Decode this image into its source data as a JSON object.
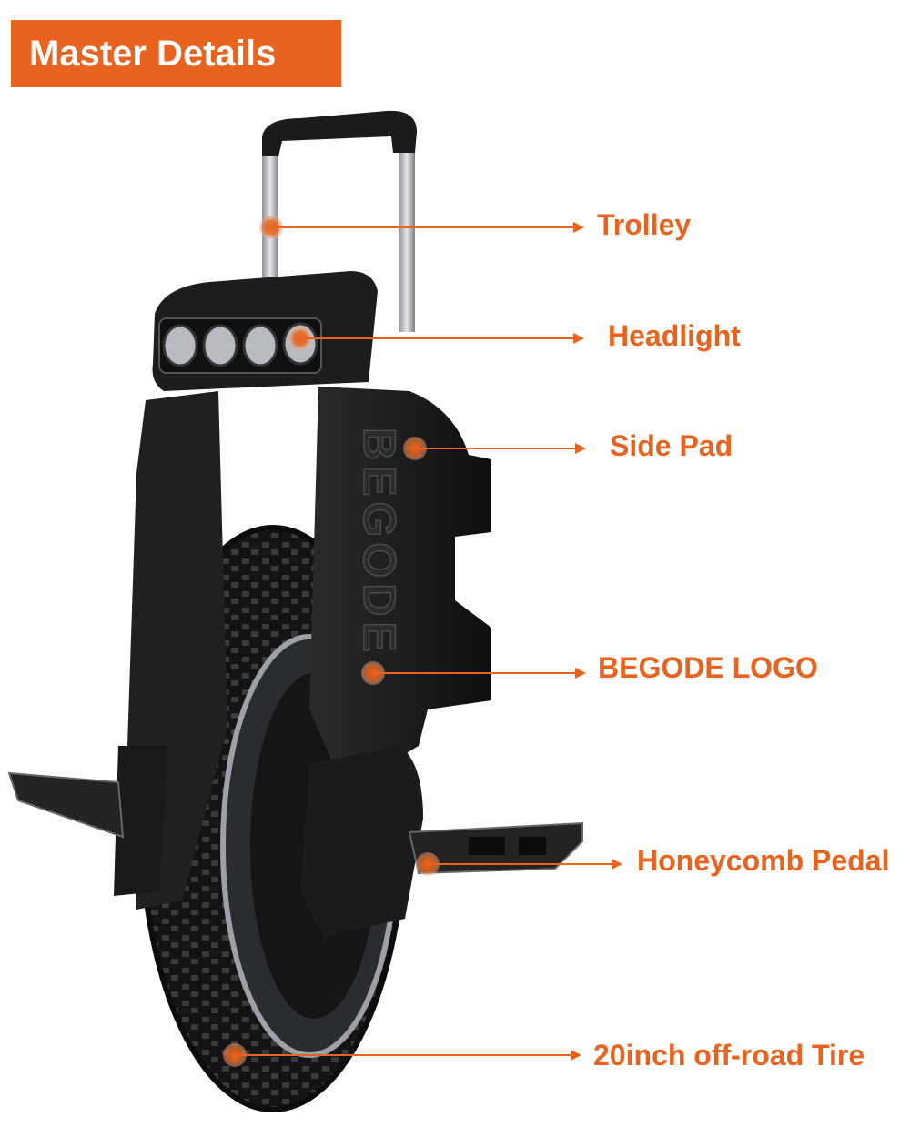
{
  "banner": {
    "title": "Master Details"
  },
  "callouts": [
    {
      "label": "Trolley"
    },
    {
      "label": "Headlight"
    },
    {
      "label": "Side Pad"
    },
    {
      "label": "BEGODE LOGO"
    },
    {
      "label": "Honeycomb Pedal"
    },
    {
      "label": "20inch off-road Tire"
    }
  ],
  "product": {
    "brand_embossed": "BEGODE"
  },
  "colors": {
    "accent": "#e8641e",
    "body": "#1c1c1c",
    "metal": "#b9bcc0"
  }
}
